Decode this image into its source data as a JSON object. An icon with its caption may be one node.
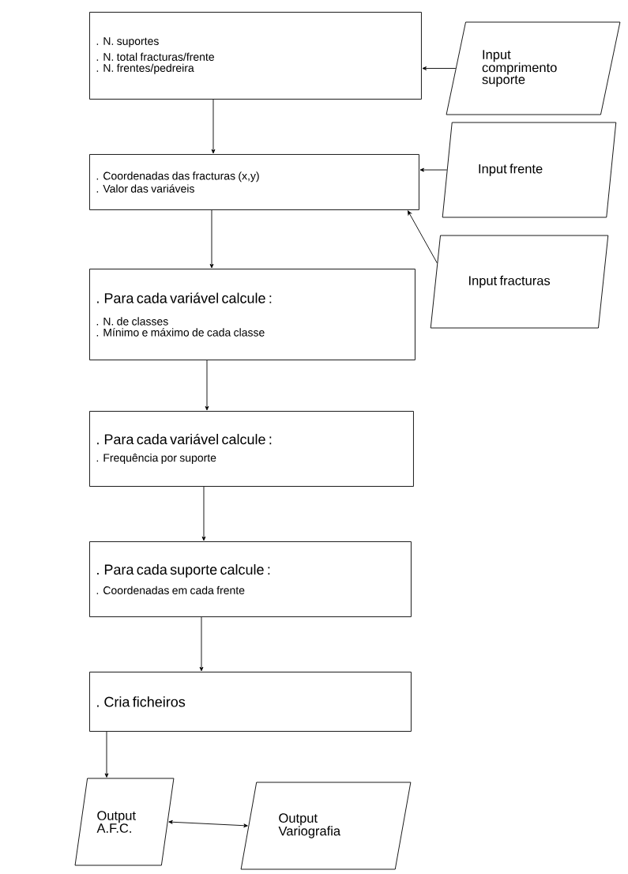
{
  "diagram": {
    "nodes": [
      {
        "text": [
          ". N. suportes",
          ". N. total fracturas/frente",
          ". N. frentes/pedreira"
        ]
      },
      {
        "text": [
          "Input comprimento suporte"
        ]
      },
      {
        "text": [
          ". Coordenadas das fracturas (x,y)",
          ". Valor das variáveis"
        ]
      },
      {
        "text": [
          "Input frente"
        ]
      },
      {
        "text": [
          "Input fracturas"
        ]
      },
      {
        "text": [
          ". Para cada variável calcule :",
          ". N. de classes",
          ". Mínimo e máximo de cada classe"
        ]
      },
      {
        "text": [
          ". Para cada variável calcule :",
          ". Frequência por suporte"
        ]
      },
      {
        "text": [
          ". Para cada suporte calcule :",
          ". Coordenadas em cada frente"
        ]
      },
      {
        "text": [
          ". Cria ficheiros"
        ]
      },
      {
        "text": [
          "Output A.F.C."
        ]
      },
      {
        "text": [
          "Output Variografia"
        ]
      }
    ],
    "edges": [
      {
        "from": 1,
        "to": 0,
        "arrow": "to"
      },
      {
        "from": 0,
        "to": 2,
        "arrow": "to"
      },
      {
        "from": 3,
        "to": 2,
        "arrow": "to"
      },
      {
        "from": 4,
        "to": 2,
        "arrow": "to"
      },
      {
        "from": 2,
        "to": 5,
        "arrow": "to"
      },
      {
        "from": 5,
        "to": 6,
        "arrow": "to"
      },
      {
        "from": 6,
        "to": 7,
        "arrow": "to"
      },
      {
        "from": 7,
        "to": 8,
        "arrow": "to"
      },
      {
        "from": 8,
        "to": 9,
        "arrow": "to"
      },
      {
        "from": 9,
        "to": 10,
        "arrow": "both"
      }
    ]
  }
}
